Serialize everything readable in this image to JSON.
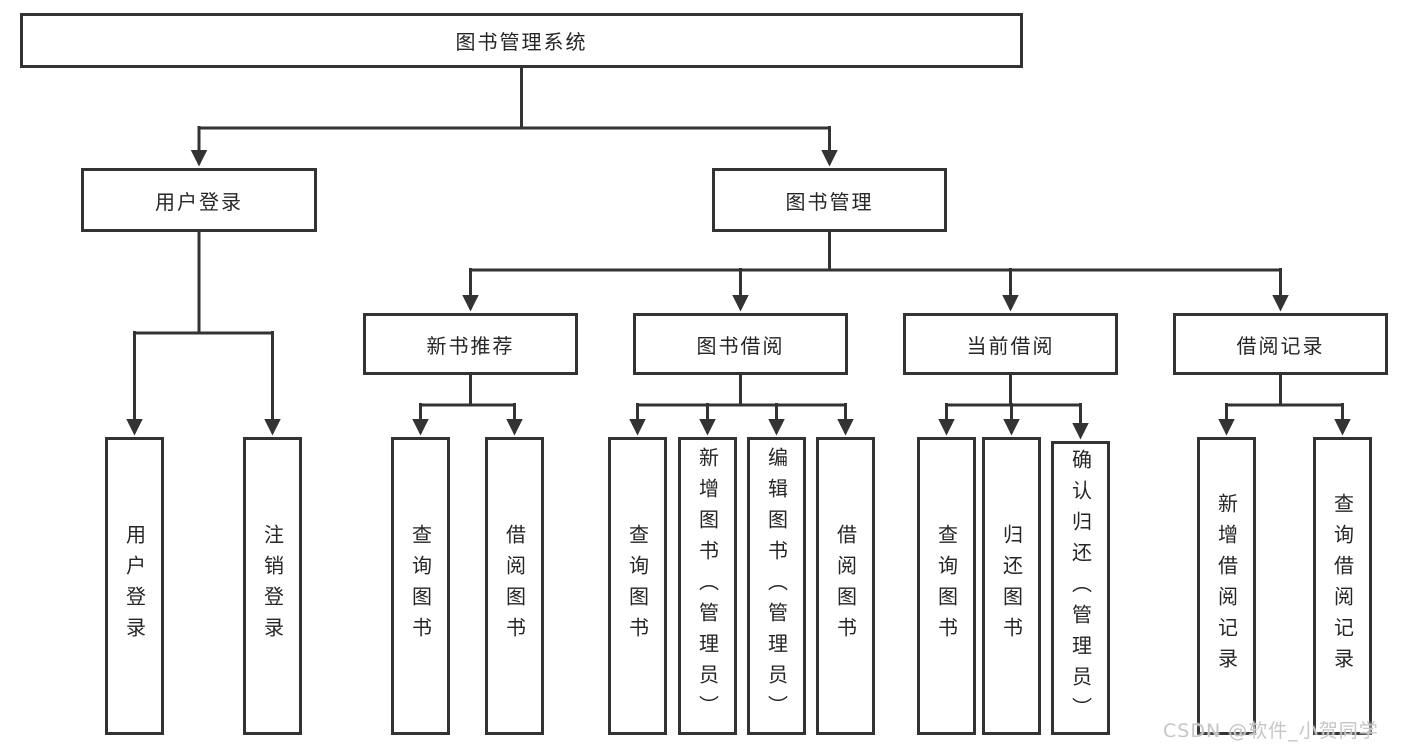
{
  "diagram": {
    "root": {
      "label": "图书管理系统"
    },
    "user_login": {
      "label": "用户登录",
      "children": [
        "用户登录",
        "注销登录"
      ]
    },
    "book_mgmt": {
      "label": "图书管理"
    },
    "sections": [
      {
        "label": "新书推荐",
        "children": [
          "查询图书",
          "借阅图书"
        ]
      },
      {
        "label": "图书借阅",
        "children": [
          "查询图书",
          "新增图书（管理员）",
          "编辑图书（管理员）",
          "借阅图书"
        ]
      },
      {
        "label": "当前借阅",
        "children": [
          "查询图书",
          "归还图书",
          "确认归还（管理员）"
        ]
      },
      {
        "label": "借阅记录",
        "children": [
          "新增借阅记录",
          "查询借阅记录"
        ]
      }
    ]
  },
  "watermark": {
    "text": "CSDN @软件_小贺同学"
  },
  "colors": {
    "line": "#333333",
    "text": "#262626",
    "background": "#ffffff",
    "watermark": "#c6c6c6"
  }
}
